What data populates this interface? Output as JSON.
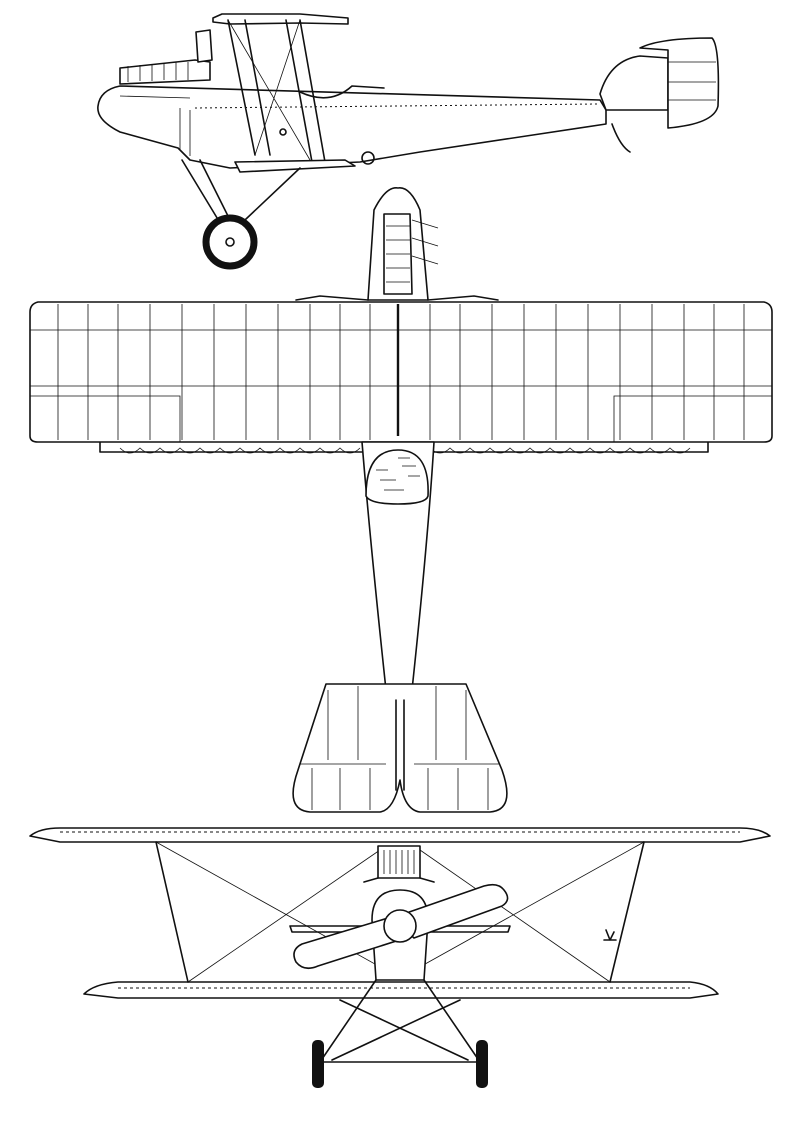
{
  "drawing": {
    "views": [
      "side",
      "top",
      "front"
    ],
    "style": {
      "ink": "#111111",
      "paper": "#ffffff"
    }
  }
}
